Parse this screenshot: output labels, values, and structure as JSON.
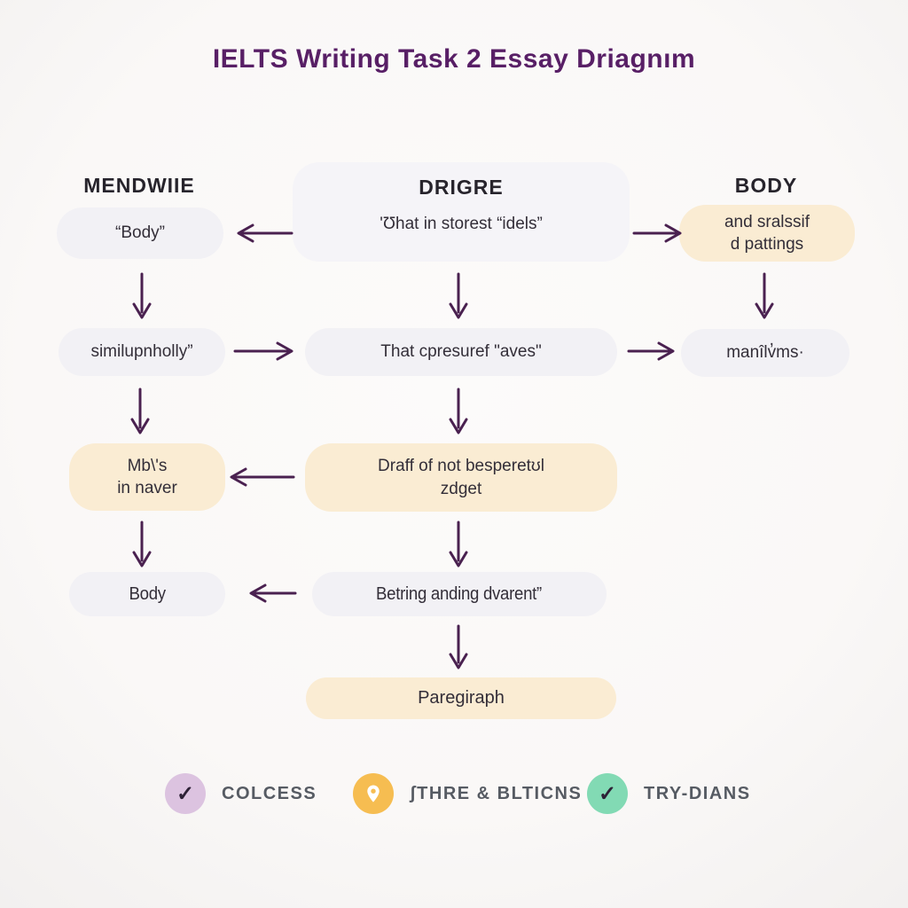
{
  "title": "IELTS Writing Task 2 Essay Driagnım",
  "columns": {
    "left_header": "MENDWIIE",
    "center_header": "DRIGRE",
    "right_header": "BODY"
  },
  "nodes": {
    "r1_left": "“Body”",
    "r1_center_sub": "'Ʊhat in storest “idels”",
    "r1_right_line1": "and sralssif",
    "r1_right_line2": "d pattings",
    "r2_left": "similupnholly”",
    "r2_center": "That cpresuref \"aves\"",
    "r2_right": "manîlv̓ms·",
    "r3_left_line1": "Mb\\'s",
    "r3_left_line2": "in naver",
    "r3_center_line1": "Draff of not besperetʊl",
    "r3_center_line2": "zdget",
    "r4_left": "Body",
    "r4_center": "Betring anding dvarent”",
    "r5_center": "Paregiraph"
  },
  "legend": [
    {
      "label": "COLCESS",
      "icon": "check-icon",
      "circle_color": "#dcc3e0"
    },
    {
      "label": "ʃTHRE & BLTICNS",
      "icon": "location-pin-icon",
      "circle_color": "#f6bd51"
    },
    {
      "label": "TRY-DIANS",
      "icon": "check-icon",
      "circle_color": "#82dab4"
    }
  ],
  "colors": {
    "title_purple": "#581f66",
    "arrow_purple": "#4a2150",
    "box_gray": "#f2f1f5",
    "box_cream": "#faecd3",
    "text_dark": "#332e38",
    "legend_label_gray": "#565b63",
    "background": "#faf8f7"
  }
}
